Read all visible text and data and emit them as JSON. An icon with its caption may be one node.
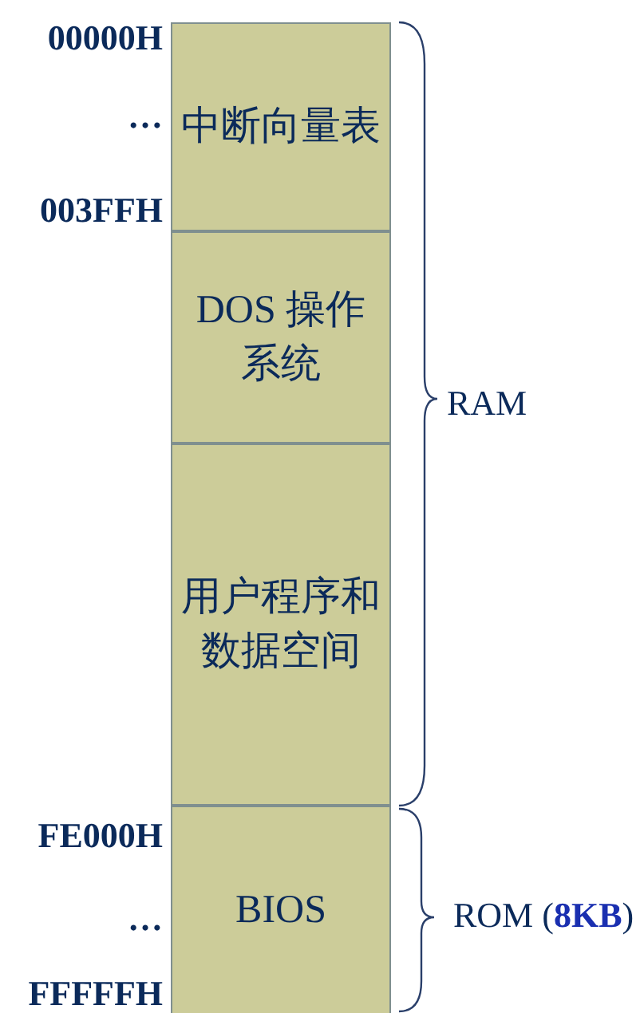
{
  "diagram": {
    "nodes": [
      {
        "text": [
          "中断向量表"
        ]
      },
      {
        "text": [
          "DOS 操作系统"
        ]
      },
      {
        "text": [
          "用户程序和数据空间"
        ]
      },
      {
        "text": [
          "BIOS"
        ]
      }
    ],
    "edges": [],
    "labels": [
      "00000H",
      "…",
      "003FFH",
      "RAM",
      "FE000H",
      "…",
      "ROM (**8KB**)",
      "FFFFFH"
    ]
  }
}
